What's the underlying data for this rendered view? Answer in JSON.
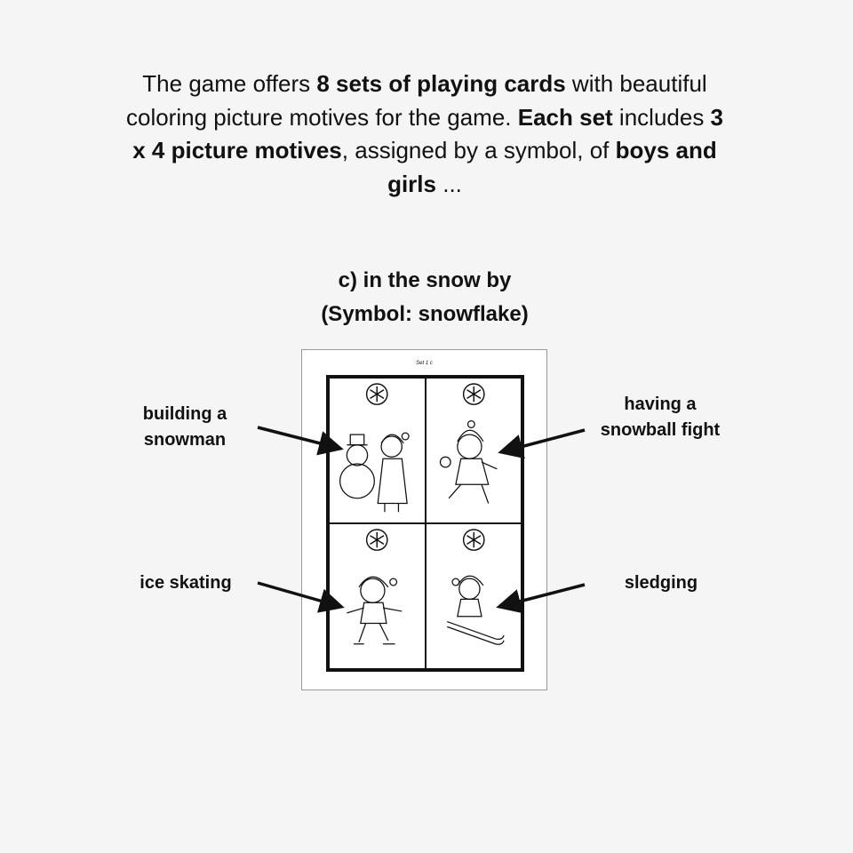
{
  "intro": {
    "t1": "The game offers ",
    "b1": "8 sets of playing cards",
    "t2": " with beautiful coloring picture motives for the game. ",
    "b2": "Each set",
    "t3": " includes ",
    "b3": "3 x 4 picture motives",
    "t4": ", assigned by a symbol, of ",
    "b4": "boys and girls",
    "t5": " ..."
  },
  "subheading": {
    "line1": "c) in the snow by",
    "line2": "(Symbol: snowflake)"
  },
  "sheet": {
    "set_label": "Set 1 c",
    "symbol": "snowflake-icon"
  },
  "labels": {
    "snowman": "building a snowman",
    "snowball": "having a snowball fight",
    "skating": "ice skating",
    "sledging": "sledging"
  }
}
